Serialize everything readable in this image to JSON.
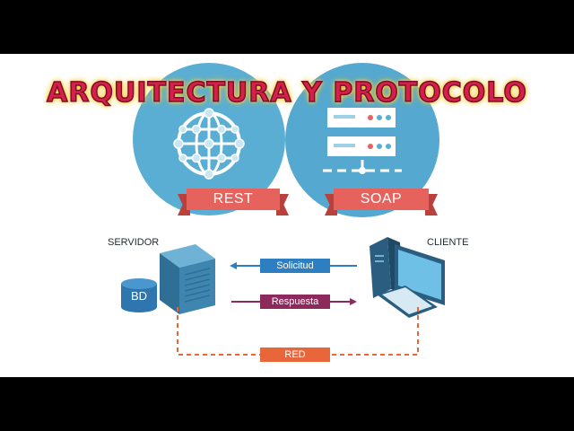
{
  "title": "ARQUITECTURA Y PROTOCOLO",
  "rest_label": "REST",
  "soap_label": "SOAP",
  "server_label": "SERVIDOR",
  "client_label": "CLIENTE",
  "db_label": "BD",
  "request_label": "Solicitud",
  "response_label": "Respuesta",
  "network_label": "RED",
  "colors": {
    "circle": "#5aaed3",
    "ribbon": "#e5625d",
    "request": "#2d7fc1",
    "response": "#8b2a5b",
    "network": "#e8663a",
    "server": "#2f6f95"
  }
}
